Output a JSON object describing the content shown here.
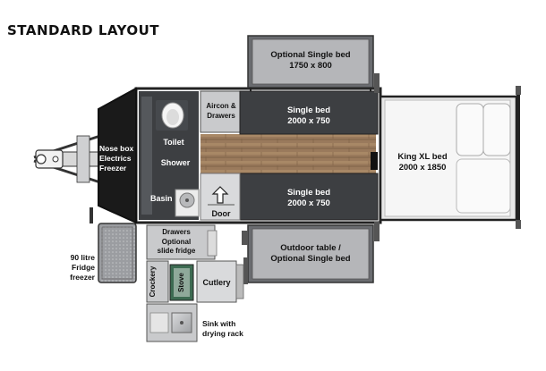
{
  "title": "STANDARD LAYOUT",
  "rooms": {
    "opt_bed_top": {
      "line1": "Optional Single bed",
      "line2": "1750 x 800"
    },
    "aircon": {
      "line1": "Aircon &",
      "line2": "Drawers"
    },
    "single_bed_1": {
      "line1": "Single bed",
      "line2": "2000 x 750"
    },
    "single_bed_2": {
      "line1": "Single bed",
      "line2": "2000 x 750"
    },
    "king_bed": {
      "line1": "King XL bed",
      "line2": "2000 x 1850"
    },
    "nose_box": {
      "line1": "Nose box",
      "line2": "Electrics",
      "line3": "Freezer"
    },
    "toilet": "Toilet",
    "shower": "Shower",
    "basin": "Basin",
    "door": "Door",
    "outdoor_table": {
      "line1": "Outdoor table /",
      "line2": "Optional Single bed"
    },
    "drawers": {
      "line1": "Drawers",
      "line2": "Optional",
      "line3": "slide fridge"
    },
    "fridge": {
      "line1": "90 litre",
      "line2": "Fridge",
      "line3": "freezer"
    },
    "crockery": "Crockery",
    "stove": "Stove",
    "cutlery": "Cutlery",
    "sink": {
      "line1": "Sink with",
      "line2": "drying rack"
    }
  },
  "colors": {
    "dark_panel": "#3d3f42",
    "mid_grey": "#6a6c70",
    "light_grey": "#c9cacc",
    "floor_wood": "#9a7a5c",
    "frame": "#222222",
    "mattress": "#f2f2f2"
  },
  "icons": [
    "arrow-up-icon"
  ]
}
